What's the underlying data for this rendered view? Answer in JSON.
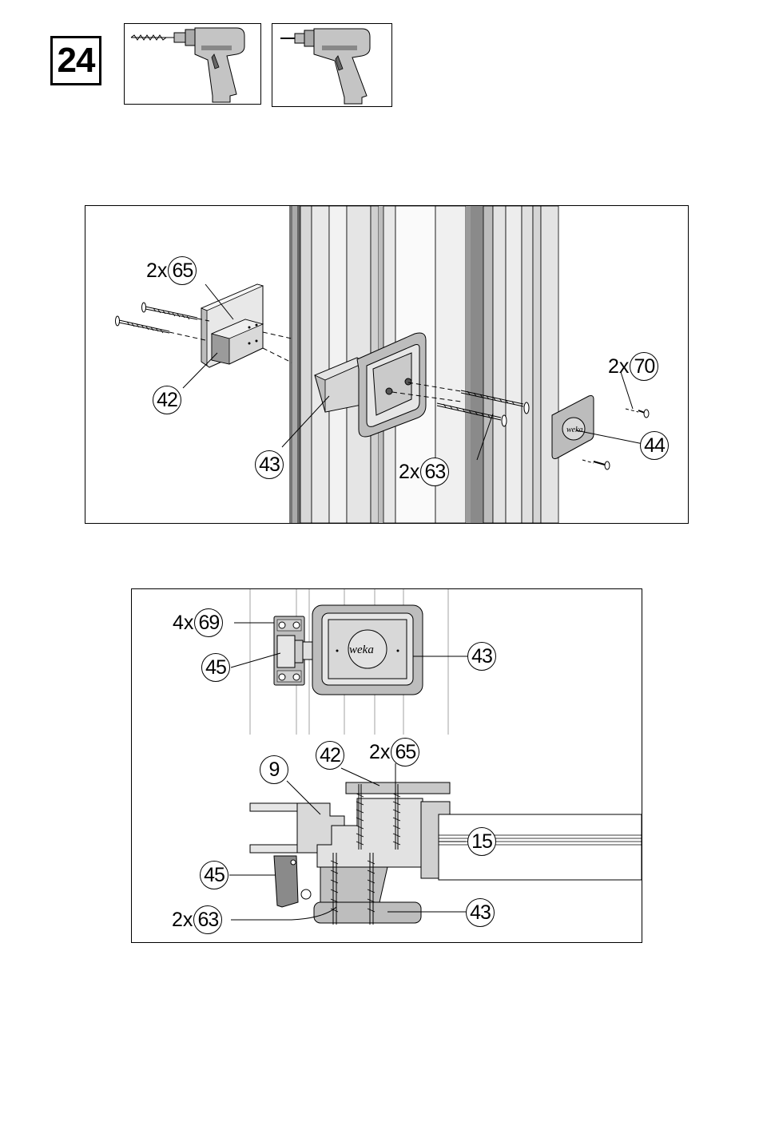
{
  "step_number": "24",
  "icons": {
    "tool1": "drill-icon",
    "tool2": "screwdriver-icon"
  },
  "logo_text": "weka",
  "top_panel": {
    "callouts": {
      "c65": {
        "mult": "2x",
        "num": "65"
      },
      "c42": {
        "mult": "",
        "num": "42"
      },
      "c43": {
        "mult": "",
        "num": "43"
      },
      "c63": {
        "mult": "2x",
        "num": "63"
      },
      "c70": {
        "mult": "2x",
        "num": "70"
      },
      "c44": {
        "mult": "",
        "num": "44"
      }
    }
  },
  "bottom_panel": {
    "callouts": {
      "c69": {
        "mult": "4x",
        "num": "69"
      },
      "c45a": {
        "mult": "",
        "num": "45"
      },
      "c43a": {
        "mult": "",
        "num": "43"
      },
      "c9": {
        "mult": "",
        "num": "9"
      },
      "c42": {
        "mult": "",
        "num": "42"
      },
      "c65": {
        "mult": "2x",
        "num": "65"
      },
      "c15": {
        "mult": "",
        "num": "15"
      },
      "c45b": {
        "mult": "",
        "num": "45"
      },
      "c63": {
        "mult": "2x",
        "num": "63"
      },
      "c43b": {
        "mult": "",
        "num": "43"
      }
    }
  },
  "colors": {
    "part_light": "#e6e6e6",
    "part_mid": "#c8c8c8",
    "part_dark": "#9a9a9a",
    "outline": "#000000"
  }
}
